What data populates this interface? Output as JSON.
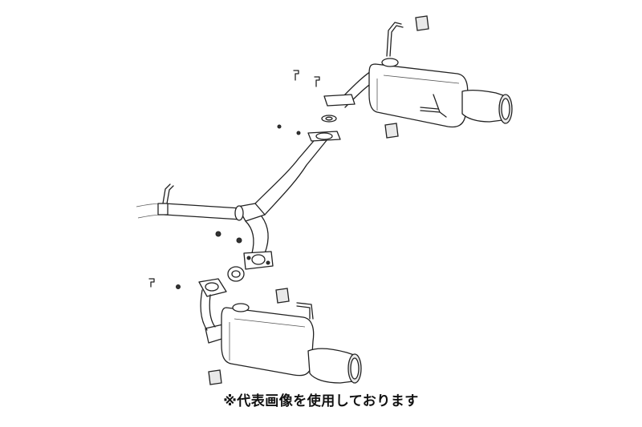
{
  "caption": "※代表画像を使用しております",
  "colors": {
    "line": "#222222",
    "background": "#ffffff",
    "text": "#111111"
  },
  "parts": [
    "front-pipe",
    "y-pipe",
    "right-muffler",
    "left-muffler",
    "flange-gaskets",
    "rubber-hangers",
    "bolts-and-nuts"
  ]
}
